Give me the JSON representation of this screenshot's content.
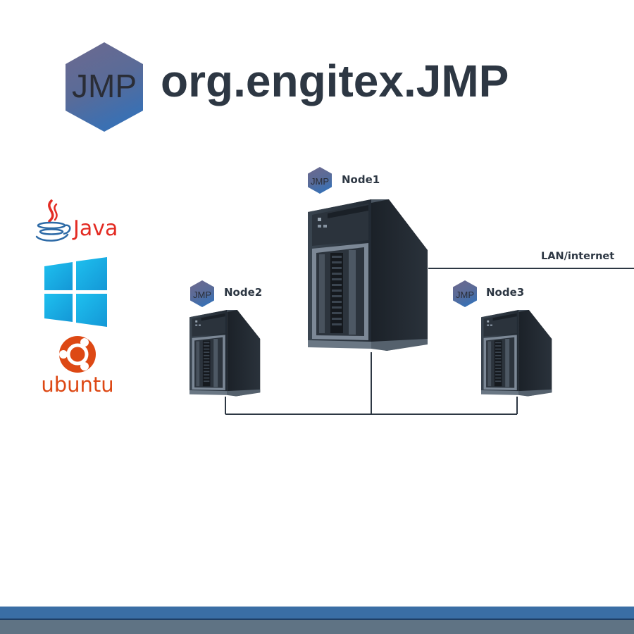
{
  "header": {
    "logo_text": "JMP",
    "title": "org.engitex.JMP"
  },
  "platforms": {
    "java_label": "Java",
    "ubuntu_label": "ubuntu"
  },
  "nodes": [
    {
      "label": "Node1",
      "badge": "JMP"
    },
    {
      "label": "Node2",
      "badge": "JMP"
    },
    {
      "label": "Node3",
      "badge": "JMP"
    }
  ],
  "network": {
    "lan_label": "LAN/internet"
  },
  "colors": {
    "title": "#2d3743",
    "hex_top": "#6b6c93",
    "hex_bottom": "#3f6fae",
    "java_red": "#e32b23",
    "java_blue": "#2d6aa6",
    "windows_blue": "#19a2df",
    "ubuntu_orange": "#dd4814",
    "footer_blue": "#3a6ea5",
    "footer_gray": "#5f7384"
  }
}
